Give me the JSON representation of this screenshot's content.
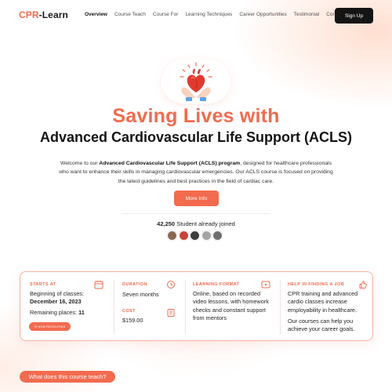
{
  "brand": {
    "part1": "CPR",
    "part2": "-Learn"
  },
  "nav": {
    "items": [
      {
        "label": "Overview",
        "active": true
      },
      {
        "label": "Course Teach",
        "active": false
      },
      {
        "label": "Course For",
        "active": false
      },
      {
        "label": "Learning Techniques",
        "active": false
      },
      {
        "label": "Career Opportunities",
        "active": false
      },
      {
        "label": "Testimonial",
        "active": false
      },
      {
        "label": "Contact Us",
        "active": false
      }
    ],
    "signup_label": "Sign Up"
  },
  "hero": {
    "title_line1": "Saving Lives with",
    "title_line2": "Advanced Cardiovascular Life Support (ACLS)",
    "intro_prefix": "Welcome to our ",
    "intro_bold": "Advanced Cardiovascular Life Support (ACLS) program",
    "intro_suffix": ", designed for healthcare professionals who want to enhance their skills in managing cardiovascular emergencies. Our ACLS course is focused on providing the latest guidelines and best practices in the field of cardiac care.",
    "more_info_label": "More Info",
    "joined_count": "42,250",
    "joined_text": " Student already joined",
    "avatar_colors": [
      "#8a6a55",
      "#c6453a",
      "#3d3d3d",
      "#a5a5a5",
      "#6e6e6e"
    ]
  },
  "info": {
    "starts_at": {
      "label": "STARTS AT",
      "line1": "Beginning of classes:",
      "date": "December 16, 2023",
      "remaining_label": "Remaining places: ",
      "remaining_value": "11",
      "button_label": "IS NOW RECRUITING",
      "icon": "calendar-icon"
    },
    "duration": {
      "label": "DURATION",
      "value": "Seven months",
      "icon": "clock-icon",
      "cost_label": "COST",
      "cost_value": "$159.00",
      "cost_icon": "price-tag-icon"
    },
    "format": {
      "label": "LEARNING FORMAT",
      "text": "Online, based on recorded video lessons, with homework checks and constant support from mentors",
      "icon": "video-icon"
    },
    "job": {
      "label": "HELP IN FINDING A JOB",
      "text1": "CPR training and advanced cardio classes increase employability in healthcare.",
      "text2": "Our courses can help you achieve your career goals.",
      "icon": "thumbs-up-icon"
    }
  },
  "next_section": {
    "label": "What does this course teach?"
  },
  "colors": {
    "accent": "#f26b4f",
    "dark": "#141414",
    "card_border": "#f7b3a2"
  }
}
